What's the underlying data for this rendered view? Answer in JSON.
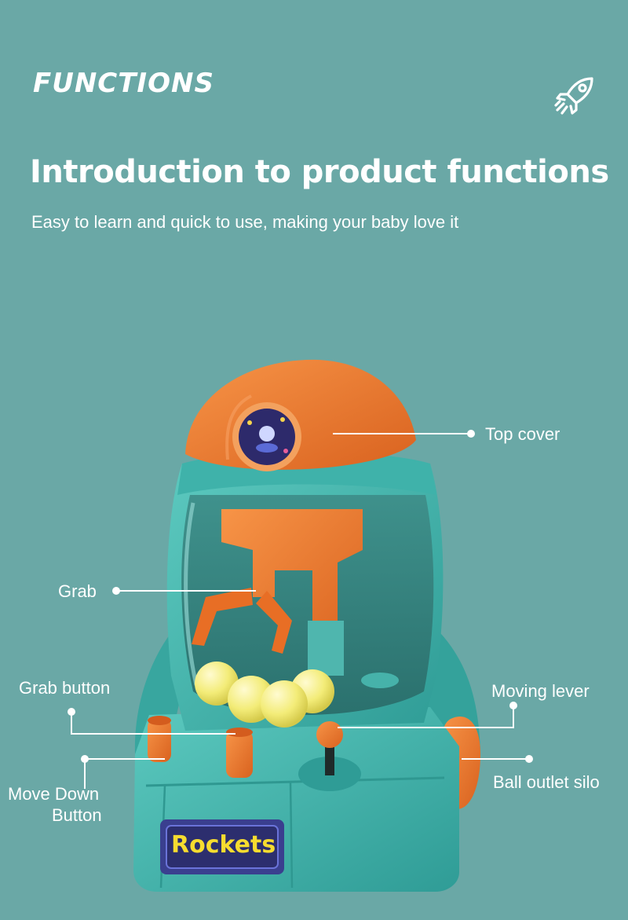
{
  "header": {
    "brand": "FUNCTIONS",
    "headline": "Introduction to product functions",
    "subline": "Easy to learn and quick to use, making your baby love it",
    "icon": "rocket-icon"
  },
  "product": {
    "badge": "Rockets",
    "colors": {
      "background": "#6aa8a6",
      "body": "#3fb3ab",
      "accent": "#f07a2c",
      "ball": "#f4ef7d"
    }
  },
  "callouts": {
    "top_cover": "Top cover",
    "grab": "Grab",
    "grab_button": "Grab button",
    "moving_lever": "Moving lever",
    "move_down_line1": "Move Down",
    "move_down_line2": "Button",
    "ball_outlet": "Ball outlet silo"
  }
}
